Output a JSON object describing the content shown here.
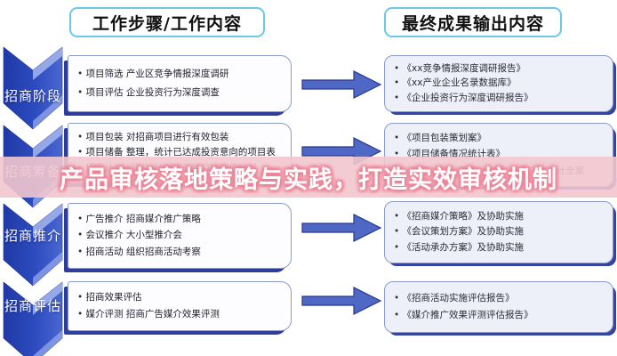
{
  "headers": {
    "work": "工作步骤/工作内容",
    "output": "最终成果输出内容"
  },
  "overlay": {
    "title": "产品审核落地策略与实践，打造实效审核机制"
  },
  "stages": [
    {
      "label": "招商阶段",
      "work_items": [
        "项目筛选 产业区竞争情报深度调研",
        "项目评估 企业投资行为深度调查"
      ],
      "outputs": [
        "《xx竞争情报深度调研报告》",
        "《xx产业企业名录数据库》",
        "《企业投资行为深度调研报告》"
      ]
    },
    {
      "label": "招商筹备",
      "work_items": [
        "项目包装 对招商项目进行有效包装",
        "项目储备 整理，统计已达成投资意向的项目表",
        "招商计划 编制，针对招商项目的宣传计划"
      ],
      "outputs": [
        "《项目包装策划案》",
        "《项目储备情况统计表》",
        "《项目招商手册》、招商视频、广告设计全案"
      ]
    },
    {
      "label": "招商推介",
      "work_items": [
        "广告推介 招商媒介推广策略",
        "会议推介 大小型推介会",
        "招商活动 组织招商活动考察"
      ],
      "outputs": [
        "《招商媒介策略》及协助实施",
        "《会议策划方案》及协助实施",
        "《活动承办方案》及协助实施"
      ]
    },
    {
      "label": "招商评估",
      "work_items": [
        "招商效果评估",
        "媒介评测 招商广告媒介效果评测"
      ],
      "outputs": [
        "《招商活动实施评估报告》",
        "《媒介推广效果评测评估报告》"
      ]
    }
  ],
  "colors": {
    "chevron_blue": "#2b47b8",
    "chevron_highlight": "#a5b6ee",
    "arrow_blue": "#4f68c5",
    "arrow_outline": "#283a8a",
    "band_pink": "#f2c7ce",
    "banner_text_glow": "#ee8296",
    "header_border": "#6ac8e8",
    "shadow_navy": "#2d3d9b",
    "box_border": "#8c9ace",
    "output_box_bg": "#eef0f9"
  }
}
